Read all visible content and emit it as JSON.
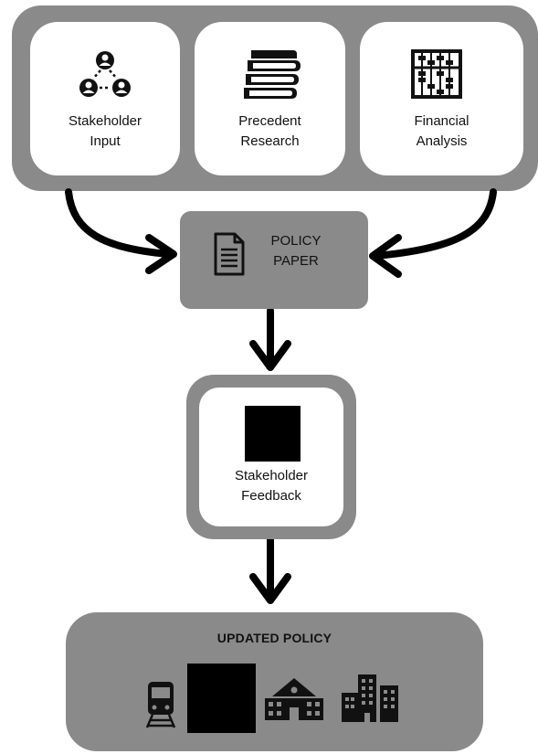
{
  "inputs": {
    "stakeholder_input": {
      "line1": "Stakeholder",
      "line2": "Input",
      "icon": "stakeholder-network-icon"
    },
    "precedent_research": {
      "line1": "Precedent",
      "line2": "Research",
      "icon": "books-icon"
    },
    "financial_analysis": {
      "line1": "Financial",
      "line2": "Analysis",
      "icon": "abacus-icon"
    }
  },
  "policy_paper": {
    "line1": "POLICY",
    "line2": "PAPER",
    "icon": "document-icon"
  },
  "feedback": {
    "line1": "Stakeholder",
    "line2": "Feedback",
    "icon": "redacted-square"
  },
  "updated_policy": {
    "title": "UPDATED POLICY",
    "icons": [
      "train-icon",
      "redacted-square",
      "school-icon",
      "buildings-icon"
    ]
  },
  "colors": {
    "frame": "#8a8a8a",
    "card": "#ffffff",
    "ink": "#000000"
  }
}
